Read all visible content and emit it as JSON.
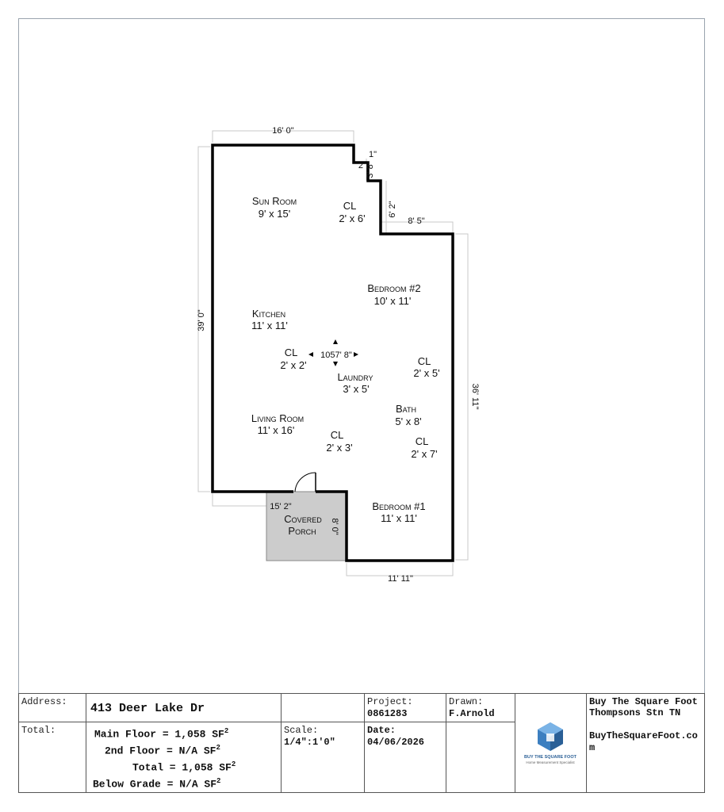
{
  "rooms": {
    "sun_room": {
      "name": "Sun Room",
      "size": "9' x 15'"
    },
    "cl_top": {
      "name": "CL",
      "size": "2' x 6'"
    },
    "bedroom2": {
      "name": "Bedroom #2",
      "size": "10' x 11'"
    },
    "kitchen": {
      "name": "Kitchen",
      "size": "11' x 11'"
    },
    "cl_kitchen": {
      "name": "CL",
      "size": "2' x 2'"
    },
    "laundry": {
      "name": "Laundry",
      "size": "3' x 5'"
    },
    "cl_right": {
      "name": "CL",
      "size": "2' x 5'"
    },
    "living_room": {
      "name": "Living Room",
      "size": "11' x 16'"
    },
    "bath": {
      "name": "Bath",
      "size": "5' x 8'"
    },
    "cl_living": {
      "name": "CL",
      "size": "2' x 3'"
    },
    "cl_bath": {
      "name": "CL",
      "size": "2' x 7'"
    },
    "bedroom1": {
      "name": "Bedroom #1",
      "size": "11' x 11'"
    },
    "porch": {
      "name1": "Covered",
      "name2": "Porch"
    }
  },
  "dimensions": {
    "top": "16' 0\"",
    "left": "39' 0\"",
    "notch1": "2'",
    "notch2": "3' 8\"",
    "notch3": "1\"",
    "cl_depth": "6' 2\"",
    "step": "8' 5\"",
    "right": "36' 11\"",
    "porch_width": "15' 2\"",
    "porch_depth": "8' 0\"",
    "bottom": "11' 11\"",
    "center_area": "1057' 8\""
  },
  "titleblock": {
    "address_label": "Address:",
    "address": "413 Deer Lake Dr",
    "project_label": "Project:",
    "project": "0861283",
    "drawn_label": "Drawn:",
    "drawn": "F.Arnold",
    "company_line1": "Buy The Square Foot",
    "company_line2": "Thompsons Stn TN",
    "company_url_1": "BuyTheSquareFoot.co",
    "company_url_2": "m",
    "total_label": "Total:",
    "main_floor": "Main Floor = 1,058 SF",
    "second_floor": "2nd Floor = N/A SF",
    "total": "Total = 1,058 SF",
    "below_grade": "Below Grade =  N/A SF",
    "sup": "2",
    "scale_label": "Scale:",
    "scale": "1/4\":1'0\"",
    "date_label": "Date:",
    "date": "04/06/2026",
    "logo_text1": "BUY THE SQUARE FOOT",
    "logo_text2": "Home Measurement Specialist"
  }
}
